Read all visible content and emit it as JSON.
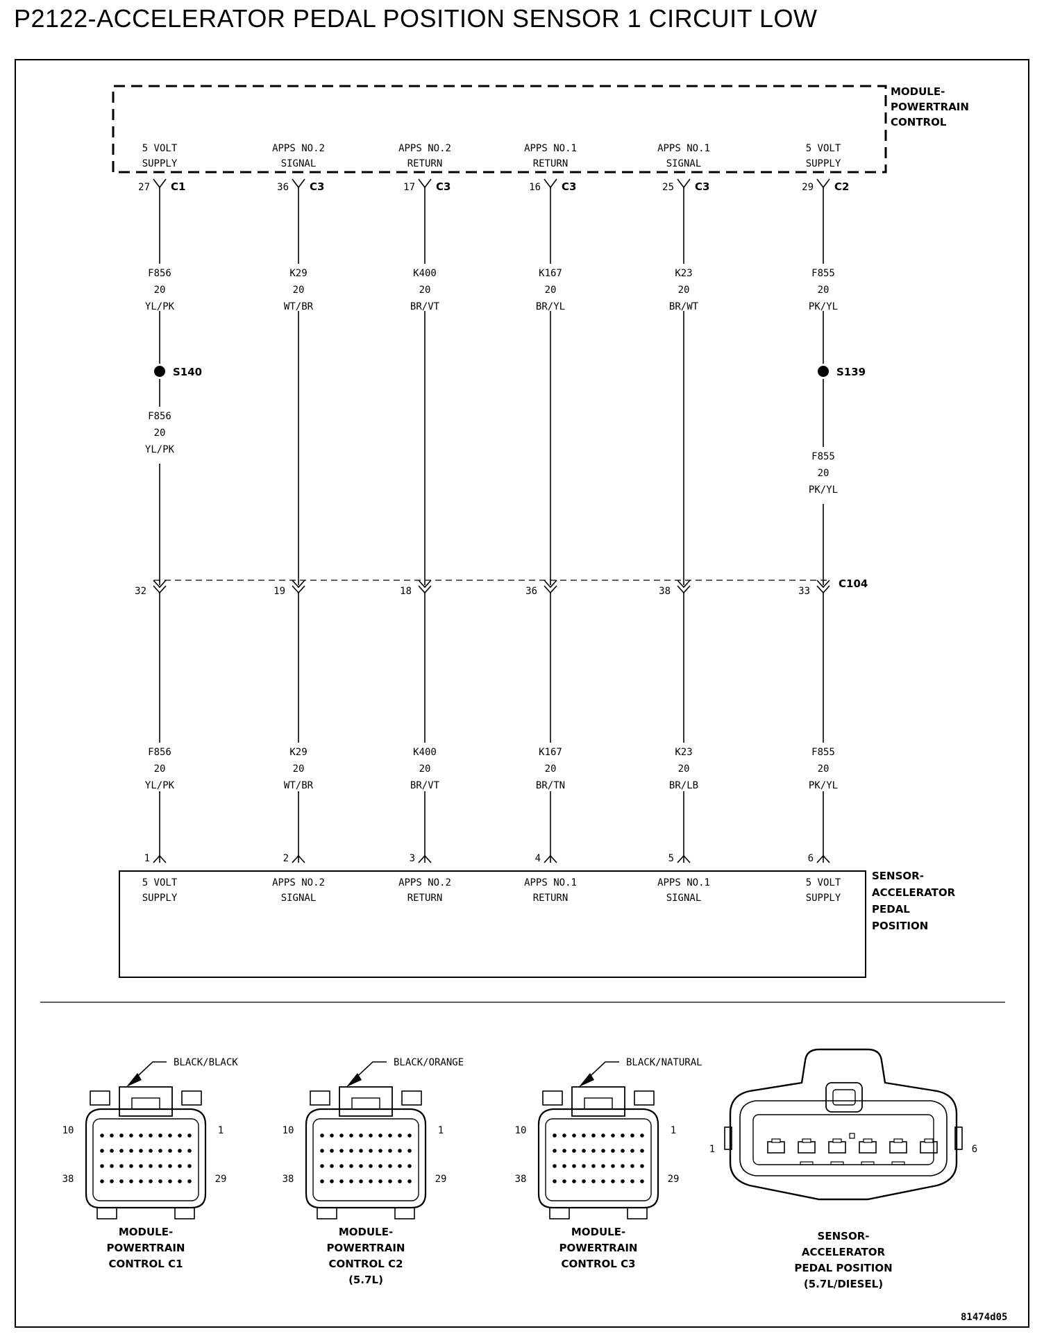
{
  "title": "P2122-ACCELERATOR PEDAL POSITION SENSOR 1 CIRCUIT LOW",
  "pcm": {
    "label": [
      "MODULE-",
      "POWERTRAIN",
      "CONTROL"
    ]
  },
  "sensor": {
    "label": [
      "SENSOR-",
      "ACCELERATOR",
      "PEDAL",
      "POSITION"
    ]
  },
  "c104_label": "C104",
  "circuits": [
    {
      "top_label": [
        "5 VOLT",
        "SUPPLY"
      ],
      "pcm_pin": "27",
      "pcm_conn": "C1",
      "wire_upper": [
        "F856",
        "20",
        "YL/PK"
      ],
      "splice": "S140",
      "wire_mid": [
        "F856",
        "20",
        "YL/PK"
      ],
      "c104_pin": "32",
      "wire_lower": [
        "F856",
        "20",
        "YL/PK"
      ],
      "sensor_pin": "1",
      "bottom_label": [
        "5 VOLT",
        "SUPPLY"
      ]
    },
    {
      "top_label": [
        "APPS NO.2",
        "SIGNAL"
      ],
      "pcm_pin": "36",
      "pcm_conn": "C3",
      "wire_upper": [
        "K29",
        "20",
        "WT/BR"
      ],
      "splice": "",
      "wire_mid": [],
      "c104_pin": "19",
      "wire_lower": [
        "K29",
        "20",
        "WT/BR"
      ],
      "sensor_pin": "2",
      "bottom_label": [
        "APPS NO.2",
        "SIGNAL"
      ]
    },
    {
      "top_label": [
        "APPS NO.2",
        "RETURN"
      ],
      "pcm_pin": "17",
      "pcm_conn": "C3",
      "wire_upper": [
        "K400",
        "20",
        "BR/VT"
      ],
      "splice": "",
      "wire_mid": [],
      "c104_pin": "18",
      "wire_lower": [
        "K400",
        "20",
        "BR/VT"
      ],
      "sensor_pin": "3",
      "bottom_label": [
        "APPS NO.2",
        "RETURN"
      ]
    },
    {
      "top_label": [
        "APPS NO.1",
        "RETURN"
      ],
      "pcm_pin": "16",
      "pcm_conn": "C3",
      "wire_upper": [
        "K167",
        "20",
        "BR/YL"
      ],
      "splice": "",
      "wire_mid": [],
      "c104_pin": "36",
      "wire_lower": [
        "K167",
        "20",
        "BR/TN"
      ],
      "sensor_pin": "4",
      "bottom_label": [
        "APPS NO.1",
        "RETURN"
      ]
    },
    {
      "top_label": [
        "APPS NO.1",
        "SIGNAL"
      ],
      "pcm_pin": "25",
      "pcm_conn": "C3",
      "wire_upper": [
        "K23",
        "20",
        "BR/WT"
      ],
      "splice": "",
      "wire_mid": [],
      "c104_pin": "38",
      "wire_lower": [
        "K23",
        "20",
        "BR/LB"
      ],
      "sensor_pin": "5",
      "bottom_label": [
        "APPS NO.1",
        "SIGNAL"
      ]
    },
    {
      "top_label": [
        "5 VOLT",
        "SUPPLY"
      ],
      "pcm_pin": "29",
      "pcm_conn": "C2",
      "wire_upper": [
        "F855",
        "20",
        "PK/YL"
      ],
      "splice": "S139",
      "wire_mid": [
        "F855",
        "20",
        "PK/YL"
      ],
      "c104_pin": "33",
      "wire_lower": [
        "F855",
        "20",
        "PK/YL"
      ],
      "sensor_pin": "6",
      "bottom_label": [
        "5 VOLT",
        "SUPPLY"
      ]
    }
  ],
  "connectors": [
    {
      "color_label": "BLACK/BLACK",
      "pins": [
        "10",
        "1",
        "38",
        "29"
      ],
      "name": [
        "MODULE-",
        "POWERTRAIN",
        "CONTROL C1"
      ]
    },
    {
      "color_label": "BLACK/ORANGE",
      "pins": [
        "10",
        "1",
        "38",
        "29"
      ],
      "name": [
        "MODULE-",
        "POWERTRAIN",
        "CONTROL C2",
        "(5.7L)"
      ]
    },
    {
      "color_label": "BLACK/NATURAL",
      "pins": [
        "10",
        "1",
        "38",
        "29"
      ],
      "name": [
        "MODULE-",
        "POWERTRAIN",
        "CONTROL C3"
      ]
    }
  ],
  "sensor_connector": {
    "pins": [
      "1",
      "6"
    ],
    "name": [
      "SENSOR-",
      "ACCELERATOR",
      "PEDAL POSITION",
      "(5.7L/DIESEL)"
    ]
  },
  "figure_code": "81474d05"
}
